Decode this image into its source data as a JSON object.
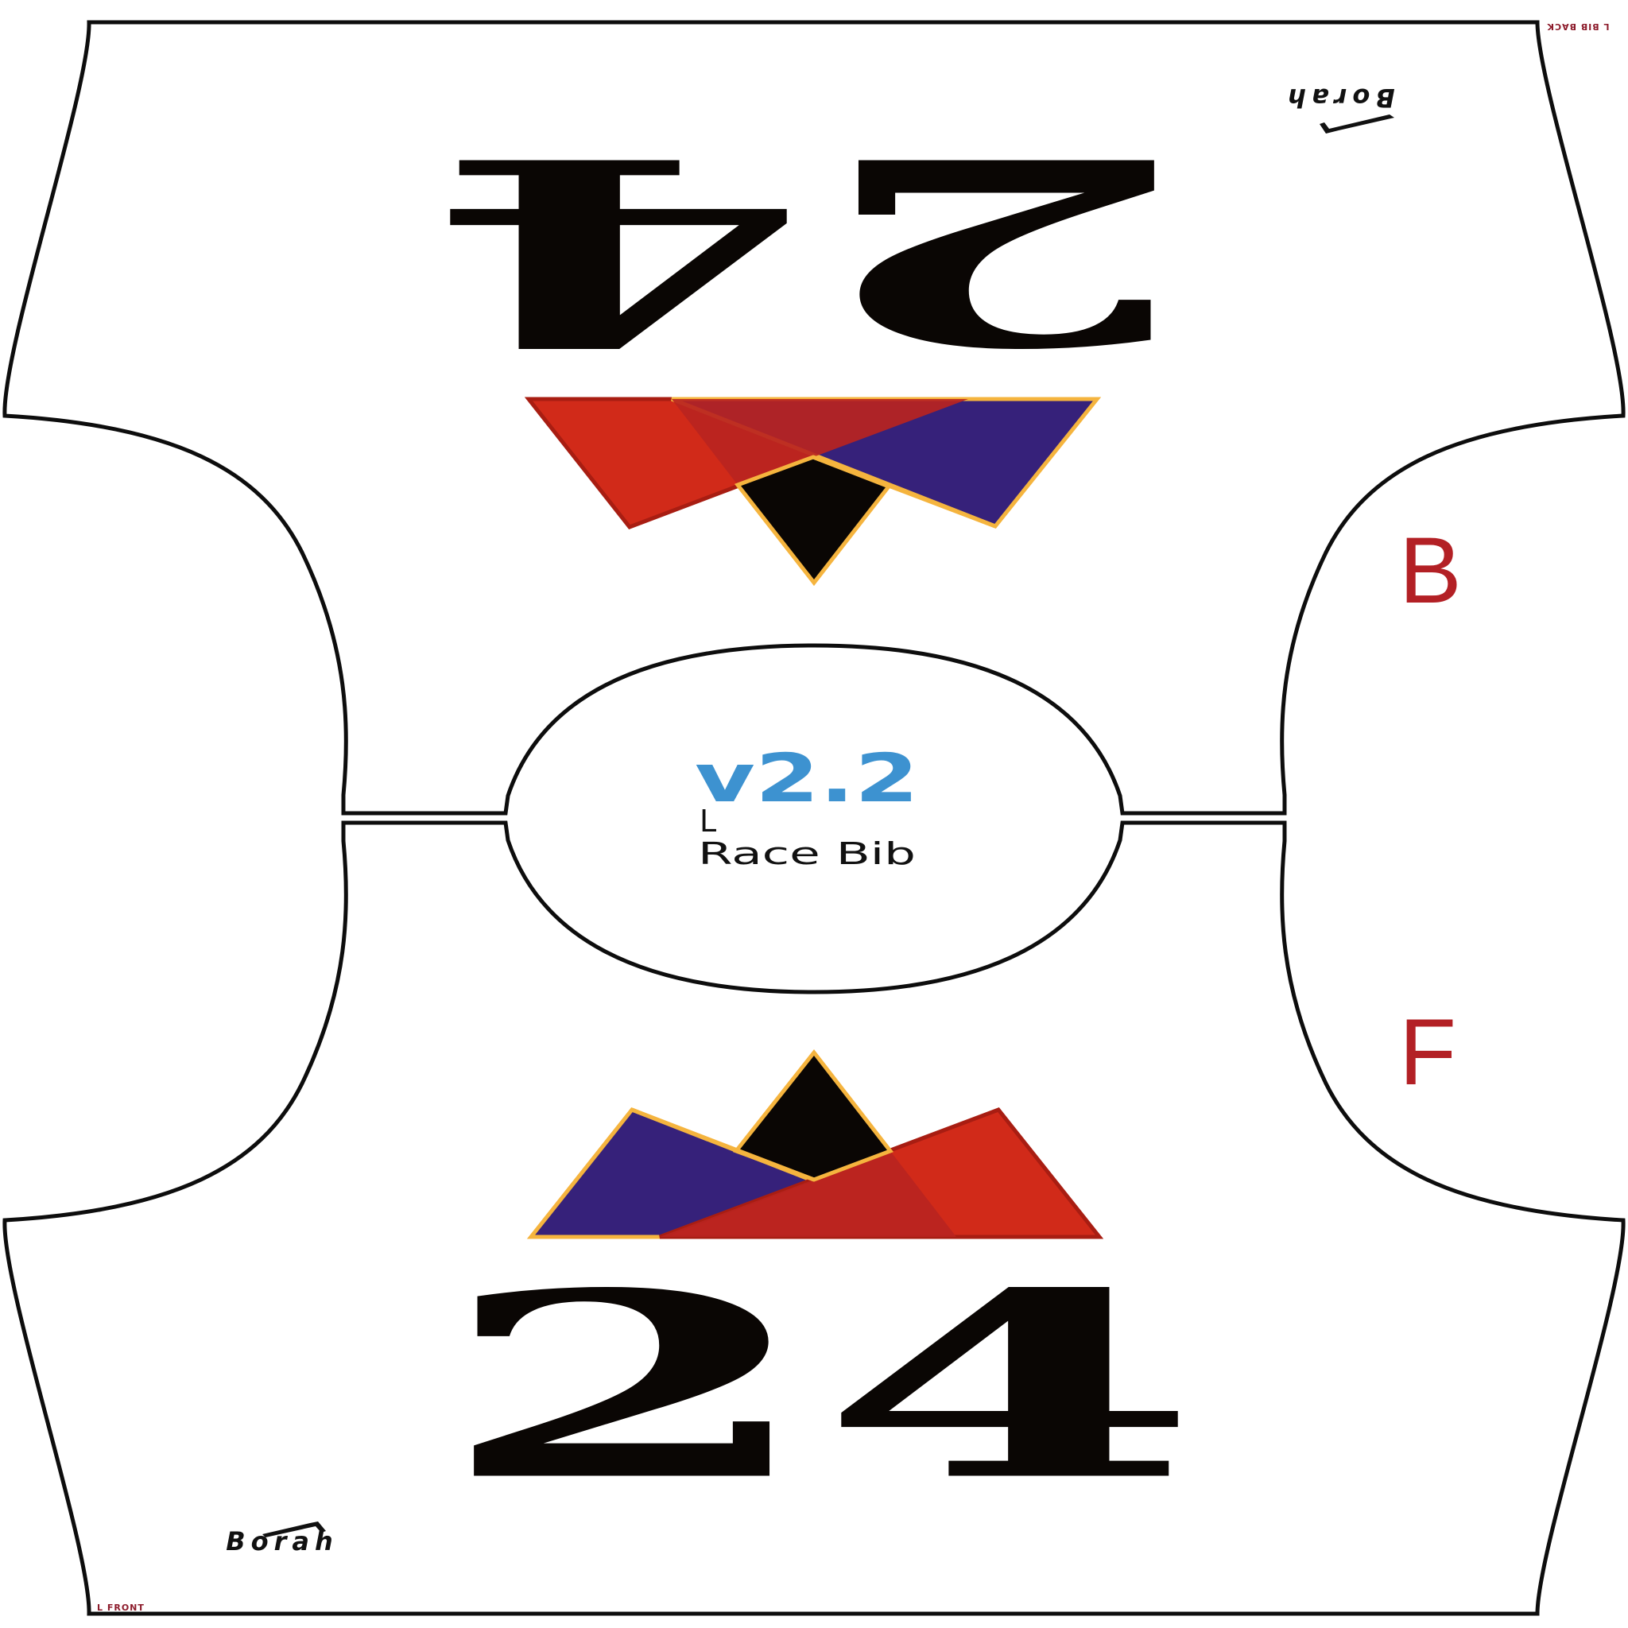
{
  "bib": {
    "number": "24",
    "size": "L",
    "version": "v2.2",
    "title": "Race Bib",
    "back_letter": "B",
    "front_letter": "F",
    "brand": "Borah",
    "back_tag": "L BIB BACK",
    "front_tag": "L FRONT"
  },
  "colors": {
    "number": "#0a0604",
    "side_letter": "#b32025",
    "version": "#3d92d0",
    "logo_red": "#d12a19",
    "logo_purple": "#36217a",
    "logo_black": "#0a0604",
    "logo_gold": "#f5b43e"
  },
  "icons": {
    "logo": "mountain-triangles-icon",
    "brand_swoosh": "swoosh-icon"
  }
}
